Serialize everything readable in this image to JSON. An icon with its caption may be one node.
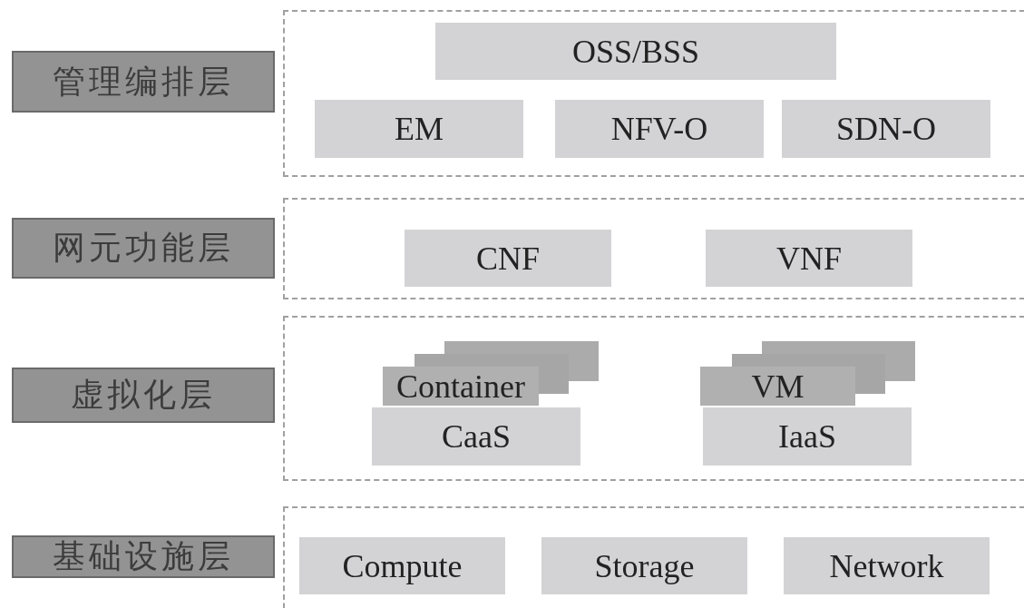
{
  "diagram": {
    "nodes": [
      {
        "text": [
          "管理编排层"
        ]
      },
      {
        "text": [],
        "shape": "box"
      },
      {
        "text": [
          "OSS/BSS"
        ],
        "in": 1
      },
      {
        "text": [
          "EM"
        ],
        "in": 1
      },
      {
        "text": [
          "NFV-O"
        ],
        "in": 1
      },
      {
        "text": [
          "SDN-O"
        ],
        "in": 1
      },
      {
        "text": [
          "网元功能层"
        ]
      },
      {
        "text": [],
        "shape": "box"
      },
      {
        "text": [
          "CNF"
        ],
        "in": 7
      },
      {
        "text": [
          "VNF"
        ],
        "in": 7
      },
      {
        "text": [
          "虚拟化层"
        ]
      },
      {
        "text": [],
        "shape": "box"
      },
      {
        "text": [
          "Container"
        ],
        "in": 11
      },
      {
        "text": [
          "CaaS"
        ],
        "in": 11
      },
      {
        "text": [
          "VM"
        ],
        "in": 11
      },
      {
        "text": [
          "IaaS"
        ],
        "in": 11
      },
      {
        "text": [
          "基础设施层"
        ]
      },
      {
        "text": [],
        "shape": "box"
      },
      {
        "text": [
          "Compute"
        ],
        "in": 17
      },
      {
        "text": [
          "Storage"
        ],
        "in": 17
      },
      {
        "text": [
          "Network"
        ],
        "in": 17
      }
    ]
  }
}
